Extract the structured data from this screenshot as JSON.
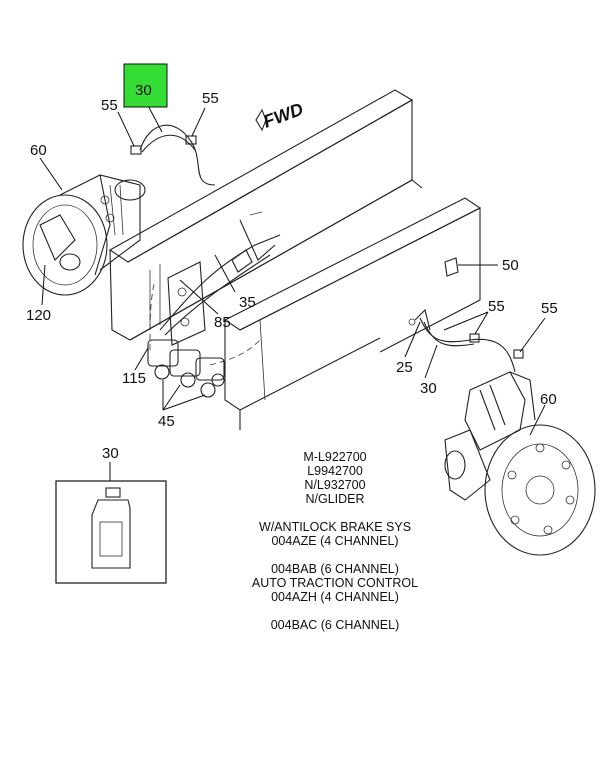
{
  "callouts": {
    "highlighted": "30",
    "c55_a": "55",
    "c55_b": "55",
    "c60_a": "60",
    "c120": "120",
    "c35": "35",
    "c85": "85",
    "c115": "115",
    "c45": "45",
    "c50": "50",
    "c55_c": "55",
    "c55_d": "55",
    "c25": "25",
    "c30_b": "30",
    "c60_b": "60",
    "c30_box": "30"
  },
  "fwd_label": "FWD",
  "highlight_color": "#33dd33",
  "notes": [
    "M-L922700",
    "L9942700",
    "N/L932700",
    "N/GLIDER",
    "",
    "W/ANTILOCK BRAKE SYS",
    "004AZE (4 CHANNEL)",
    "",
    "004BAB (6 CHANNEL)",
    "AUTO TRACTION CONTROL",
    "004AZH (4 CHANNEL)",
    "",
    "004BAC (6 CHANNEL)"
  ]
}
